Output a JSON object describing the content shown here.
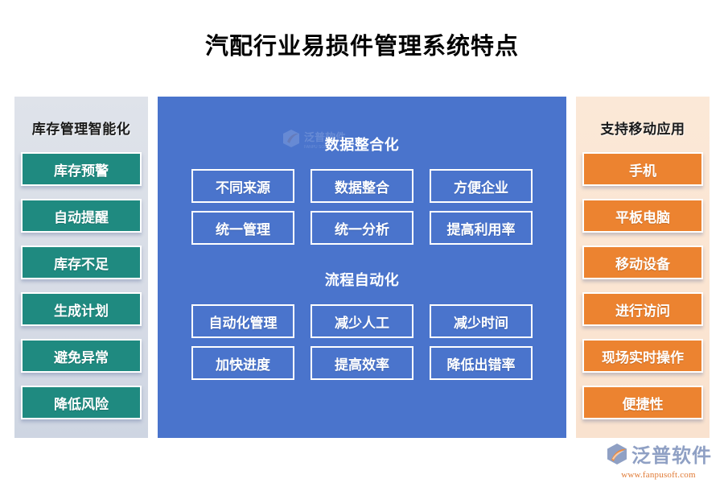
{
  "title": "汽配行业易损件管理系统特点",
  "colors": {
    "center_blue": "#4a74cc",
    "teal": "#1f8a80",
    "orange": "#ec8330",
    "left_panel_bg": "#dfe3ea",
    "right_panel_bg": "#fbe8d7",
    "page_bg": "#ffffff",
    "title_text": "#000000"
  },
  "left_panel": {
    "heading": "库存管理智能化",
    "items": [
      {
        "label": "库存预警"
      },
      {
        "label": "自动提醒"
      },
      {
        "label": "库存不足"
      },
      {
        "label": "生成计划"
      },
      {
        "label": "避免异常"
      },
      {
        "label": "降低风险"
      }
    ]
  },
  "center_panel": {
    "sections": [
      {
        "heading": "数据整合化",
        "items": [
          {
            "label": "不同来源"
          },
          {
            "label": "数据整合"
          },
          {
            "label": "方便企业"
          },
          {
            "label": "统一管理"
          },
          {
            "label": "统一分析"
          },
          {
            "label": "提高利用率"
          }
        ]
      },
      {
        "heading": "流程自动化",
        "items": [
          {
            "label": "自动化管理"
          },
          {
            "label": "减少人工"
          },
          {
            "label": "减少时间"
          },
          {
            "label": "加快进度"
          },
          {
            "label": "提高效率"
          },
          {
            "label": "降低出错率"
          }
        ]
      }
    ]
  },
  "right_panel": {
    "heading": "支持移动应用",
    "items": [
      {
        "label": "手机"
      },
      {
        "label": "平板电脑"
      },
      {
        "label": "移动设备"
      },
      {
        "label": "进行访问"
      },
      {
        "label": "现场实时操作"
      },
      {
        "label": "便捷性"
      }
    ]
  },
  "brand": {
    "name": "泛普软件",
    "url": "www.fanpusoft.com",
    "mark_icon": "fanpu-hexagon-logo-icon"
  }
}
